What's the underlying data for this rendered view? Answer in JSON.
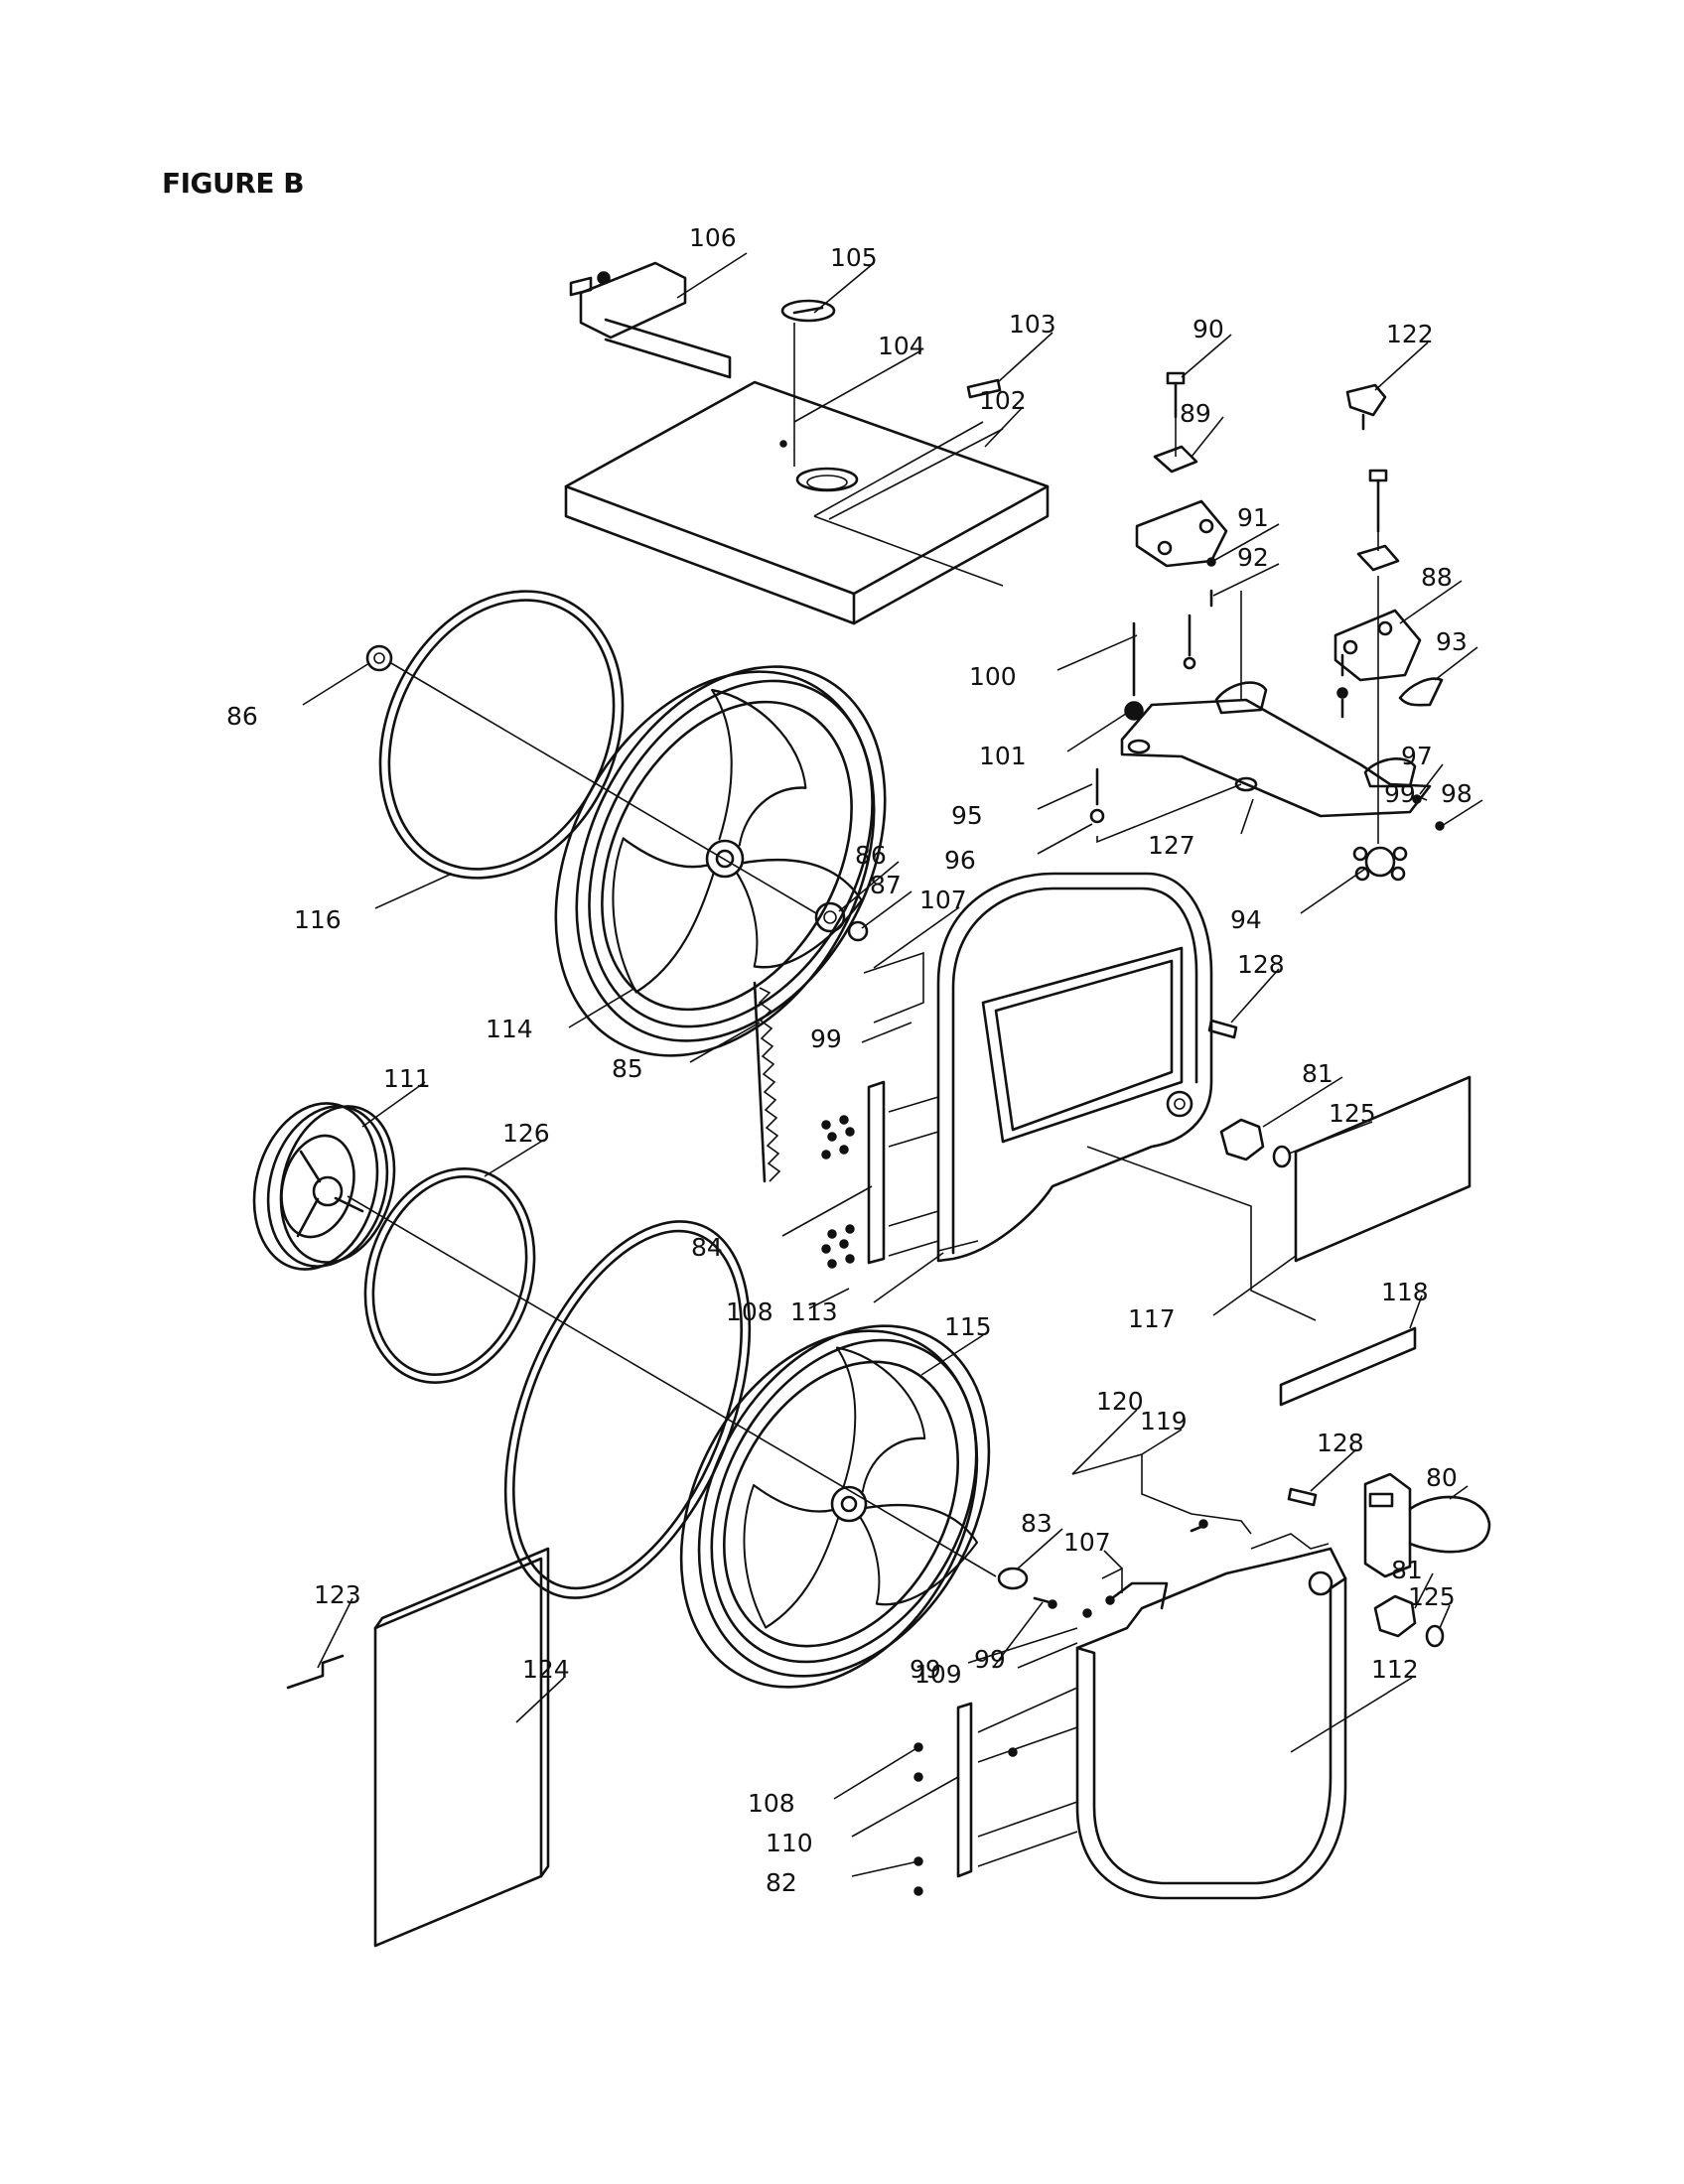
{
  "figure": {
    "title": "FIGURE B"
  },
  "callouts": [
    {
      "id": "c106",
      "label": "106"
    },
    {
      "id": "c105",
      "label": "105"
    },
    {
      "id": "c103",
      "label": "103"
    },
    {
      "id": "c104",
      "label": "104"
    },
    {
      "id": "c102",
      "label": "102"
    },
    {
      "id": "c90",
      "label": "90"
    },
    {
      "id": "c122",
      "label": "122"
    },
    {
      "id": "c89",
      "label": "89"
    },
    {
      "id": "c91",
      "label": "91"
    },
    {
      "id": "c92",
      "label": "92"
    },
    {
      "id": "c88",
      "label": "88"
    },
    {
      "id": "c93",
      "label": "93"
    },
    {
      "id": "c100",
      "label": "100"
    },
    {
      "id": "c101",
      "label": "101"
    },
    {
      "id": "c86a",
      "label": "86"
    },
    {
      "id": "c97",
      "label": "97"
    },
    {
      "id": "c99a",
      "label": "99"
    },
    {
      "id": "c98",
      "label": "98"
    },
    {
      "id": "c95",
      "label": "95"
    },
    {
      "id": "c96",
      "label": "96"
    },
    {
      "id": "c127",
      "label": "127"
    },
    {
      "id": "c86b",
      "label": "86"
    },
    {
      "id": "c87",
      "label": "87"
    },
    {
      "id": "c107a",
      "label": "107"
    },
    {
      "id": "c94",
      "label": "94"
    },
    {
      "id": "c116",
      "label": "116"
    },
    {
      "id": "c128a",
      "label": "128"
    },
    {
      "id": "c99b",
      "label": "99"
    },
    {
      "id": "c114",
      "label": "114"
    },
    {
      "id": "c81a",
      "label": "81"
    },
    {
      "id": "c125a",
      "label": "125"
    },
    {
      "id": "c111",
      "label": "111"
    },
    {
      "id": "c85",
      "label": "85"
    },
    {
      "id": "c126",
      "label": "126"
    },
    {
      "id": "c84",
      "label": "84"
    },
    {
      "id": "c108a",
      "label": "108"
    },
    {
      "id": "c113",
      "label": "113"
    },
    {
      "id": "c117",
      "label": "117"
    },
    {
      "id": "c118",
      "label": "118"
    },
    {
      "id": "c115",
      "label": "115"
    },
    {
      "id": "c120",
      "label": "120"
    },
    {
      "id": "c119",
      "label": "119"
    },
    {
      "id": "c128b",
      "label": "128"
    },
    {
      "id": "c80",
      "label": "80"
    },
    {
      "id": "c83",
      "label": "83"
    },
    {
      "id": "c107b",
      "label": "107"
    },
    {
      "id": "c81b",
      "label": "81"
    },
    {
      "id": "c125b",
      "label": "125"
    },
    {
      "id": "c123",
      "label": "123"
    },
    {
      "id": "c109",
      "label": "109"
    },
    {
      "id": "c99c",
      "label": "99"
    },
    {
      "id": "c99d",
      "label": "99"
    },
    {
      "id": "c112",
      "label": "112"
    },
    {
      "id": "c124",
      "label": "124"
    },
    {
      "id": "c108b",
      "label": "108"
    },
    {
      "id": "c110",
      "label": "110"
    },
    {
      "id": "c82",
      "label": "82"
    }
  ]
}
